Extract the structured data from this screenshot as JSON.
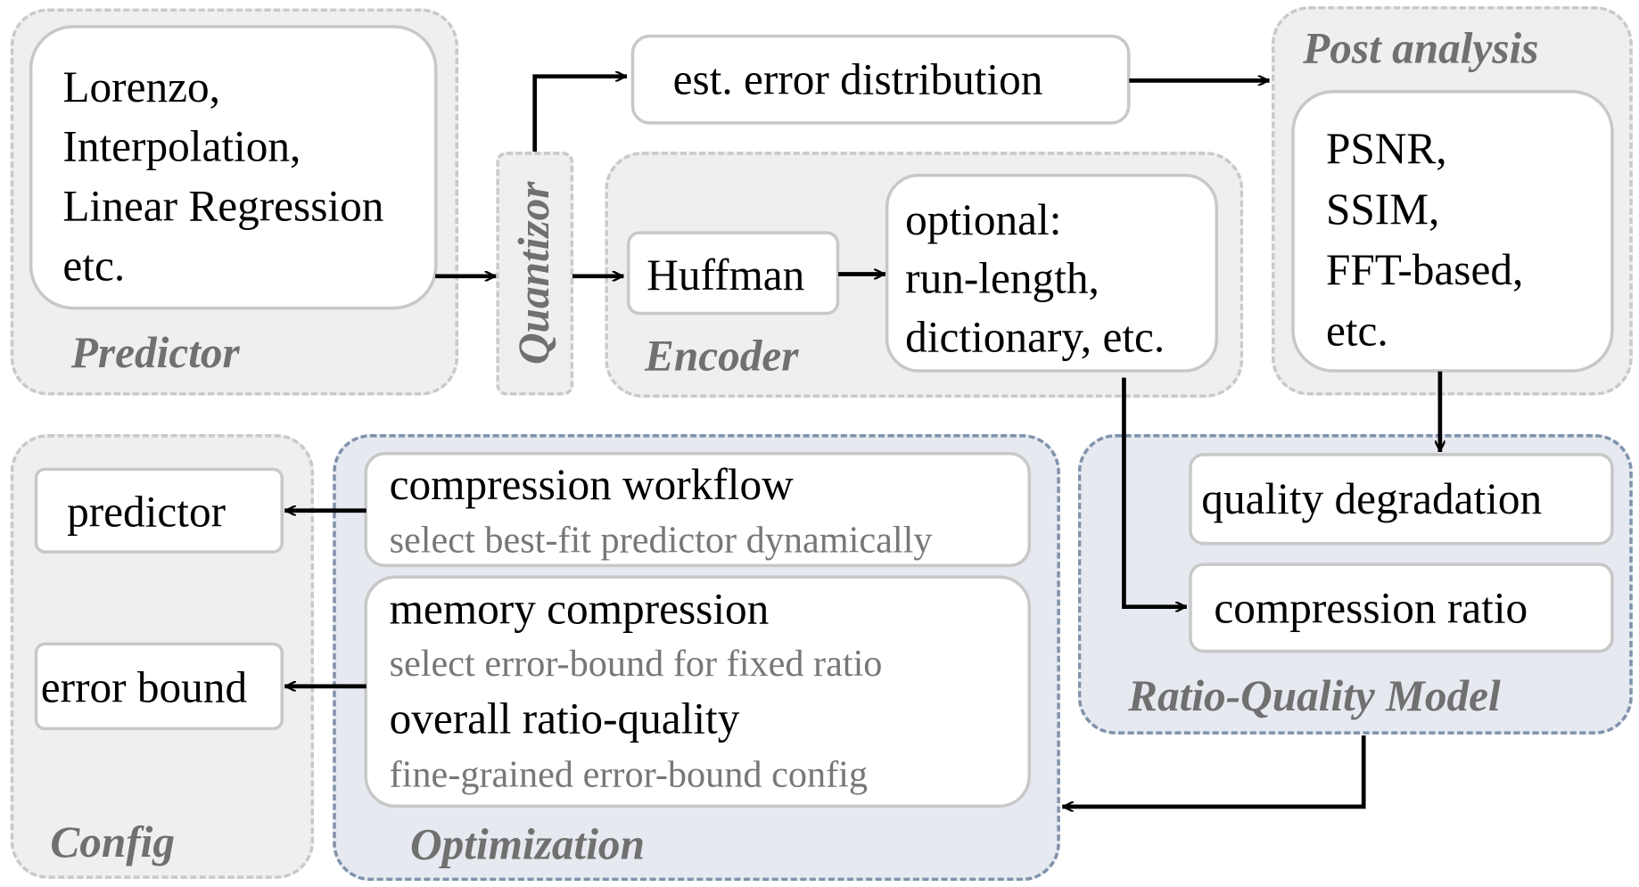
{
  "predictor_group": {
    "label": "Predictor",
    "lines": [
      "Lorenzo,",
      "Interpolation,",
      "Linear Regression",
      "etc."
    ]
  },
  "quantizor": {
    "label": "Quantizor"
  },
  "error_dist": {
    "text": "est. error distribution"
  },
  "encoder_group": {
    "label": "Encoder",
    "huffman": "Huffman",
    "optional_lines": [
      "optional:",
      "run-length,",
      "dictionary, etc."
    ]
  },
  "post_analysis": {
    "label": "Post analysis",
    "lines": [
      "PSNR,",
      "SSIM,",
      "FFT-based,",
      "etc."
    ]
  },
  "ratio_quality_model": {
    "label": "Ratio-Quality Model",
    "quality": "quality degradation",
    "ratio": "compression ratio"
  },
  "optimization": {
    "label": "Optimization",
    "workflow_title": "compression workflow",
    "workflow_sub": "select best-fit predictor dynamically",
    "memory_title": "memory compression",
    "memory_sub": "select error-bound for fixed ratio",
    "overall_title": "overall ratio-quality",
    "overall_sub": "fine-grained error-bound config"
  },
  "config": {
    "label": "Config",
    "predictor": "predictor",
    "error_bound": "error bound"
  },
  "colors": {
    "group_gray": "#efefef",
    "group_blue": "#e6e9ef",
    "label_gray": "#707070",
    "arrow": "#000000"
  }
}
